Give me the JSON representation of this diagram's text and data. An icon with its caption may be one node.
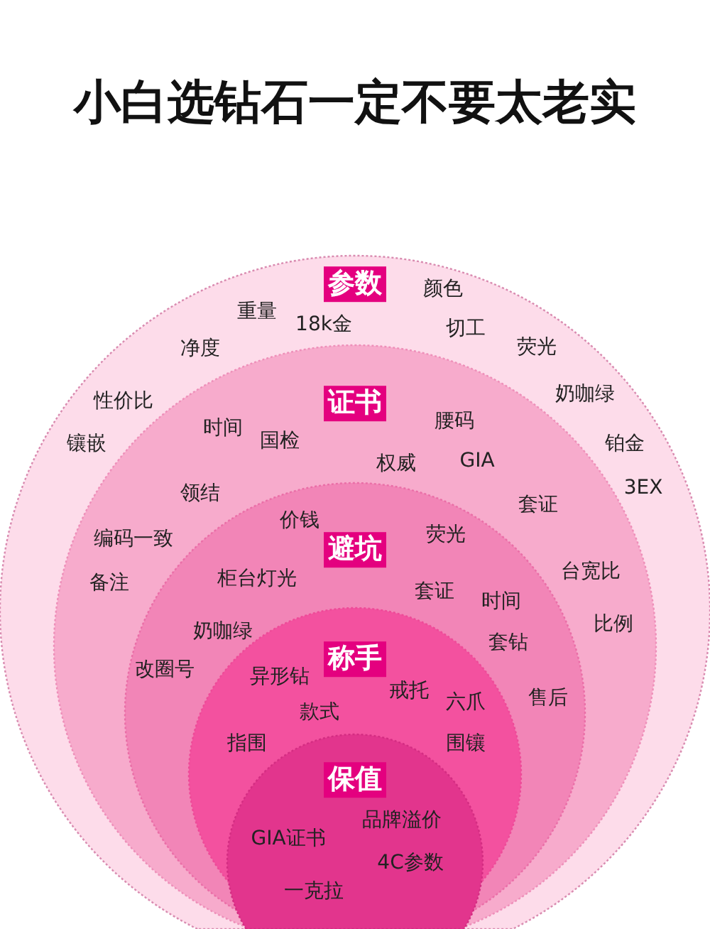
{
  "diagram": {
    "title": "小白选钻石一定不要太老实",
    "nodes": [
      {
        "text": [
          "参数",
          "重量",
          "18k金",
          "颜色",
          "净度",
          "切工",
          "荧光",
          "性价比",
          "奶咖绿",
          "镶嵌",
          "铂金",
          "3EX"
        ]
      },
      {
        "text": [
          "证书",
          "时间",
          "国检",
          "腰码",
          "权威",
          "GIA",
          "领结",
          "套证",
          "编码一致",
          "备注",
          "台宽比",
          "比例"
        ],
        "in": 0
      },
      {
        "text": [
          "避坑",
          "价钱",
          "荧光",
          "柜台灯光",
          "套证",
          "时间",
          "奶咖绿",
          "改圈号",
          "套钻",
          "售后"
        ],
        "in": 1
      },
      {
        "text": [
          "称手",
          "异形钻",
          "戒托",
          "六爪",
          "款式",
          "指围",
          "围镶"
        ],
        "in": 2
      },
      {
        "text": [
          "保值",
          "品牌溢价",
          "GIA证书",
          "4C参数",
          "一克拉"
        ],
        "in": 3
      }
    ]
  }
}
